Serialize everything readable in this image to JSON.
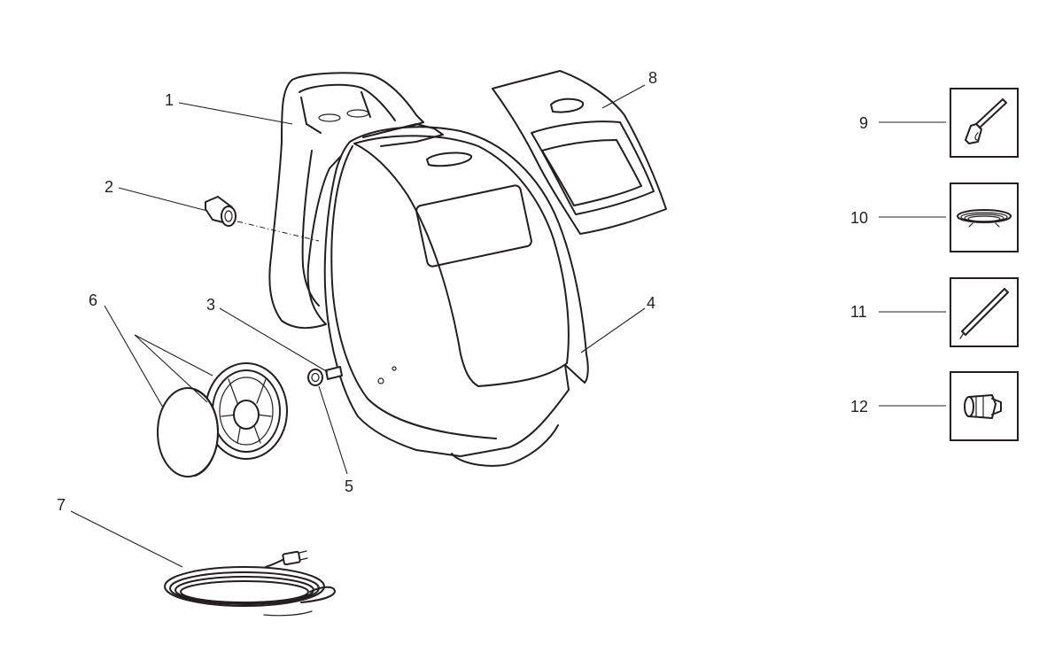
{
  "colors": {
    "line": "#231f20",
    "background": "#ffffff"
  },
  "callouts": {
    "c1": "1",
    "c2": "2",
    "c3": "3",
    "c4": "4",
    "c5": "5",
    "c6": "6",
    "c7": "7",
    "c8": "8",
    "c9": "9",
    "c10": "10",
    "c11": "11",
    "c12": "12"
  },
  "icons": {
    "part1": "handle-frame-icon",
    "part2": "hose-connector-icon",
    "part3": "axle-icon",
    "part4": "housing-cover-icon",
    "part5": "washer-icon",
    "part6": "wheel-icon",
    "part7": "power-cord-icon",
    "part8": "top-cover-panel-icon",
    "part9": "spray-gun-icon",
    "part10": "coiled-hose-icon",
    "part11": "spray-wand-icon",
    "part12": "nozzle-icon"
  }
}
